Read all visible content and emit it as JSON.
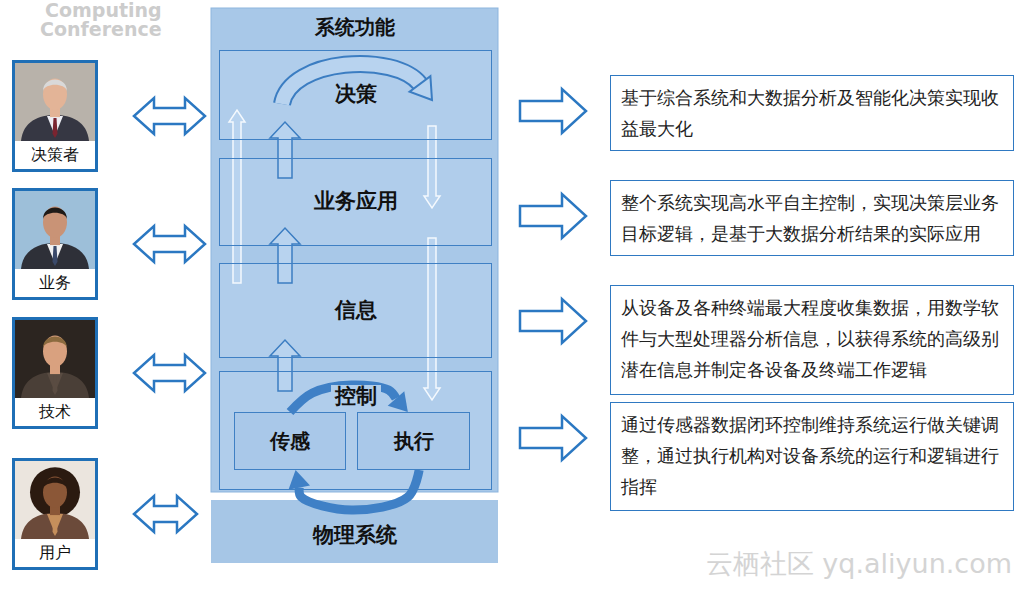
{
  "diagram": {
    "nodes": [
      {
        "text": [
          "决策者"
        ]
      },
      {
        "text": [
          "业务"
        ]
      },
      {
        "text": [
          "技术"
        ]
      },
      {
        "text": [
          "用户"
        ]
      },
      {
        "text": [
          "系统功能"
        ]
      },
      {
        "text": [
          "决策"
        ],
        "in": 4
      },
      {
        "text": [
          "业务应用"
        ],
        "in": 4
      },
      {
        "text": [
          "信息"
        ],
        "in": 4
      },
      {
        "text": [
          "控制"
        ],
        "in": 4
      },
      {
        "text": [
          "传感"
        ],
        "in": 8
      },
      {
        "text": [
          "执行"
        ],
        "in": 8
      },
      {
        "text": [
          "物理系统"
        ]
      },
      {
        "text": [
          "基于综合系统和大数据分析及智能化决策实现收益最大化"
        ]
      },
      {
        "text": [
          "整个系统实现高水平自主控制，实现决策层业务目标逻辑，是基于大数据分析结果的实际应用"
        ]
      },
      {
        "text": [
          "从设备及各种终端最大程度收集数据，用数学软件与大型处理器分析信息，以获得系统的高级别潜在信息并制定各设备及终端工作逻辑"
        ]
      },
      {
        "text": [
          "通过传感器数据闭环控制维持系统运行做关键调整，通过执行机构对设备系统的运行和逻辑进行指挥"
        ]
      }
    ],
    "edges": [
      {
        "from": 0,
        "to": 5,
        "arrow": "both"
      },
      {
        "from": 1,
        "to": 6,
        "arrow": "both"
      },
      {
        "from": 2,
        "to": 8,
        "arrow": "both"
      },
      {
        "from": 3,
        "to": 11,
        "arrow": "both"
      },
      {
        "from": 7,
        "to": 6,
        "arrow": "to"
      },
      {
        "from": 6,
        "to": 5,
        "arrow": "to"
      },
      {
        "from": 8,
        "to": 7,
        "arrow": "to"
      },
      {
        "from": 7,
        "to": 5,
        "arrow": "to"
      },
      {
        "from": 5,
        "to": 6,
        "arrow": "to"
      },
      {
        "from": 6,
        "to": 8,
        "arrow": "to"
      },
      {
        "from": 9,
        "to": 10,
        "arrow": "to"
      },
      {
        "from": 10,
        "to": 9,
        "arrow": "to"
      },
      {
        "from": 5,
        "to": 12,
        "arrow": "to"
      },
      {
        "from": 6,
        "to": 13,
        "arrow": "to"
      },
      {
        "from": 7,
        "to": 14,
        "arrow": "to"
      },
      {
        "from": 8,
        "to": 15,
        "arrow": "to"
      }
    ],
    "labels": [
      "Computing",
      "Conference",
      "云栖社区 yq.aliyun.com"
    ]
  }
}
